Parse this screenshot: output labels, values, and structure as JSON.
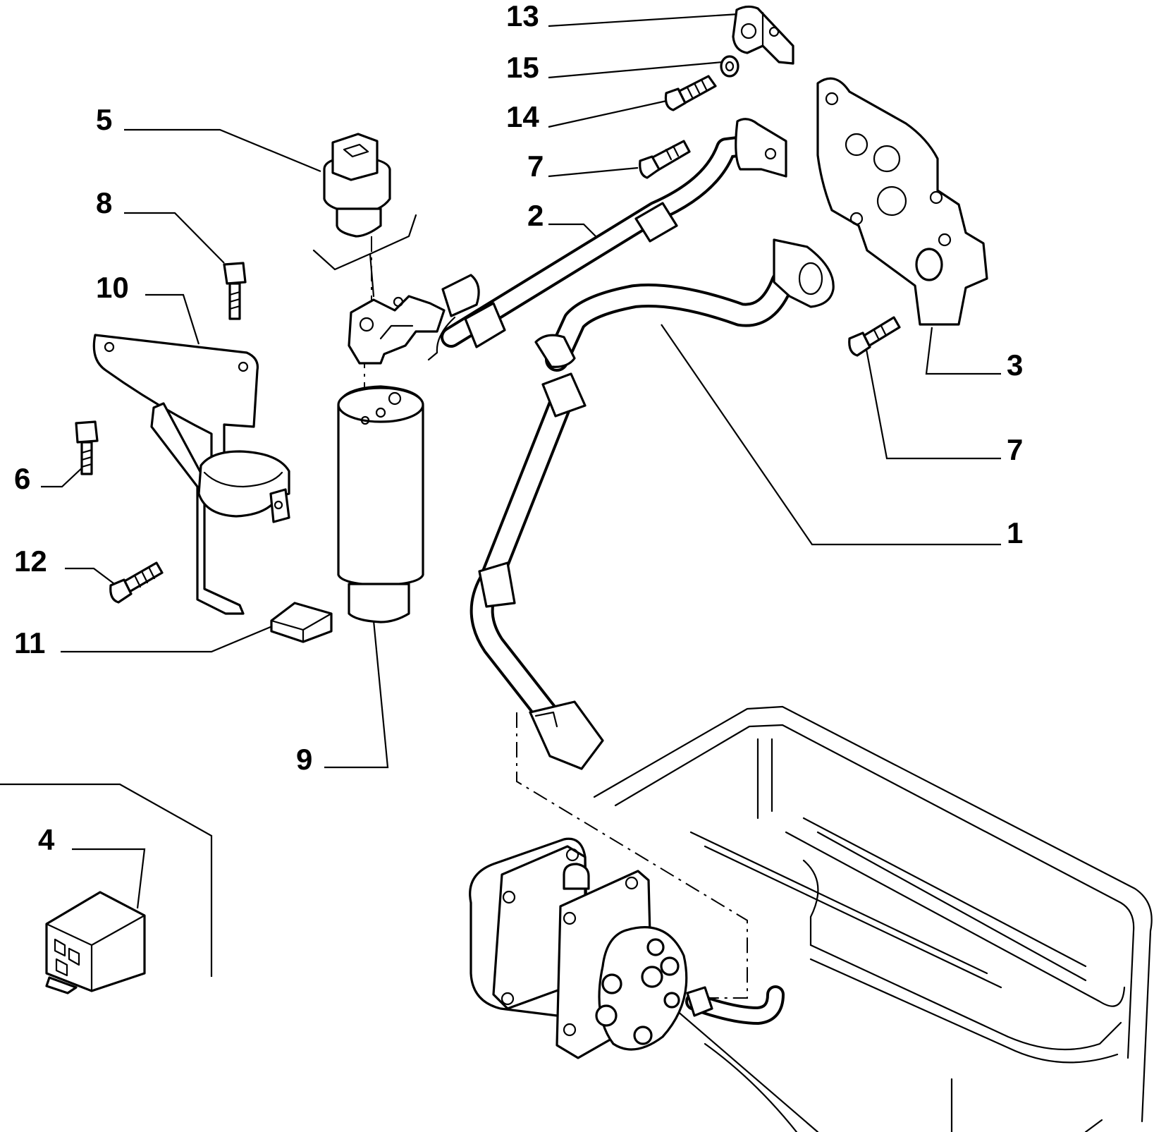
{
  "callouts": {
    "c1": "1",
    "c2": "2",
    "c3": "3",
    "c4": "4",
    "c5": "5",
    "c6": "6",
    "c7a": "7",
    "c7b": "7",
    "c8": "8",
    "c9": "9",
    "c10": "10",
    "c11": "11",
    "c12": "12",
    "c13": "13",
    "c14": "14",
    "c15": "15"
  },
  "colors": {
    "line": "#000000",
    "background": "#ffffff"
  }
}
